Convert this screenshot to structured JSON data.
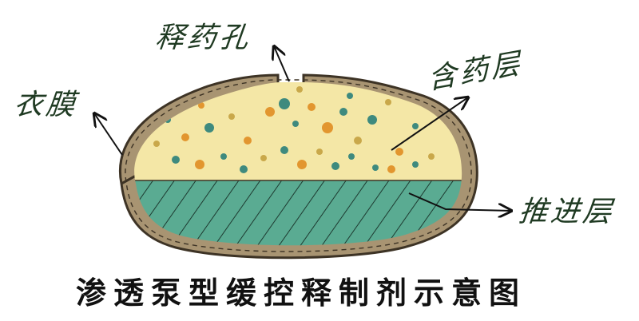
{
  "labels": {
    "release_orifice": "释药孔",
    "coating_membrane": "衣膜",
    "drug_layer": "含药层",
    "push_layer": "推进层"
  },
  "caption": "渗透泵型缓控释制剂示意图",
  "colors": {
    "membrane": "#a89472",
    "membrane_outline": "#3d3325",
    "drug_layer": "#f4e7a6",
    "push_layer": "#5aab92",
    "hatch": "#1d3a30",
    "dot_orange": "#e2962f",
    "dot_teal": "#3e8a7e",
    "dot_olive": "#c9a84a",
    "label_ink": "#1f3a22"
  }
}
